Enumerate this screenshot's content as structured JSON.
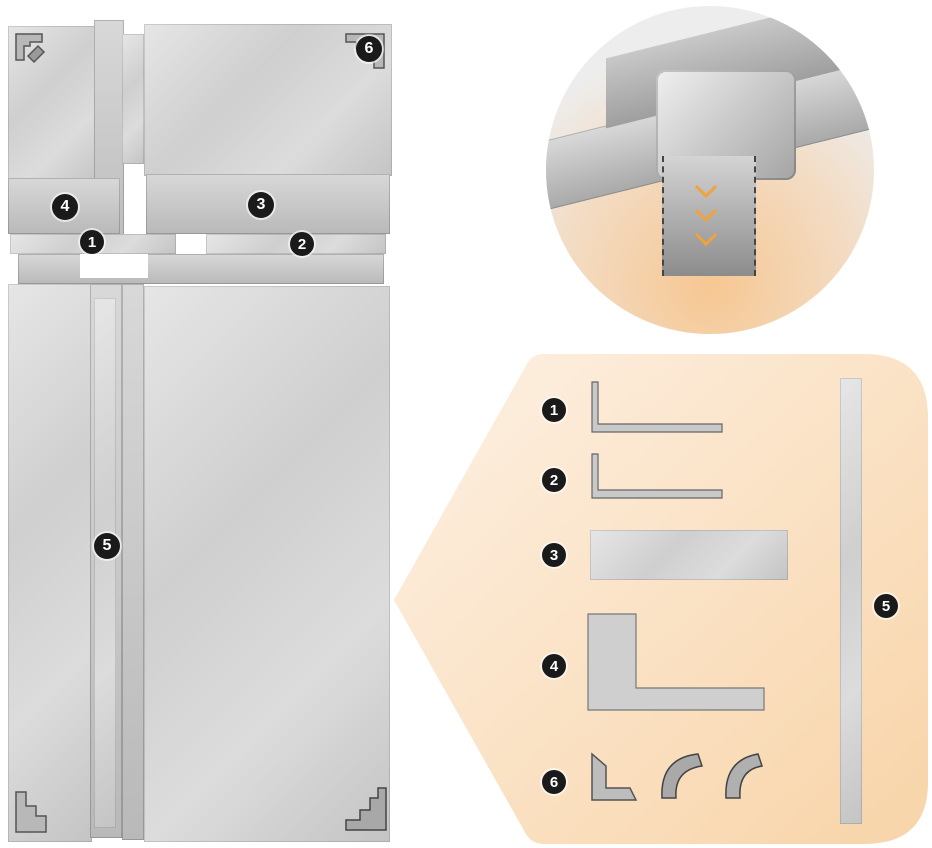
{
  "parts": [
    {
      "id": "1",
      "label": "1"
    },
    {
      "id": "2",
      "label": "2"
    },
    {
      "id": "3",
      "label": "3"
    },
    {
      "id": "4",
      "label": "4"
    },
    {
      "id": "5",
      "label": "5"
    },
    {
      "id": "6",
      "label": "6"
    }
  ],
  "colors": {
    "callout_start": "#fdf1e4",
    "callout_end": "#f8d4a8",
    "badge": "#1a1a1a",
    "arrow": "#f2a23a"
  },
  "icons": [
    "corner-clip-icon",
    "arrow-down-icon"
  ]
}
